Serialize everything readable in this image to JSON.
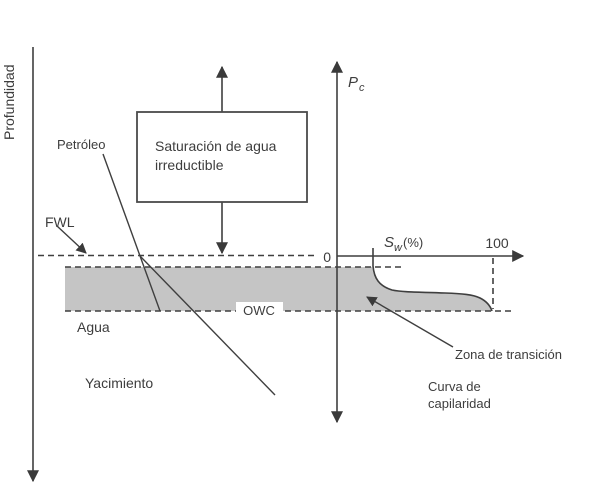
{
  "diagram": {
    "description": "Capillary pressure vs water saturation schematic with depth axis, FWL and OWC",
    "axes": {
      "depth_label": "Profundidad",
      "pc_label": "P",
      "pc_subscript": "c",
      "sw_label": "S",
      "sw_subscript": "w",
      "sw_unit": "(%)",
      "origin_label": "0",
      "sw_max_label": "100"
    },
    "labels": {
      "fwl": "FWL",
      "petroleo": "Petróleo",
      "agua": "Agua",
      "yacimiento": "Yacimiento",
      "owc": "OWC",
      "zona_transicion": "Zona de transición",
      "curva_capilaridad_line1": "Curva de",
      "curva_capilaridad_line2": "capilaridad",
      "box_line1": "Saturación de agua",
      "box_line2": "irreductible"
    },
    "colors": {
      "line": "#3f3f3f",
      "text": "#3d3d3d",
      "transition_band_fill": "#c5c5c5",
      "background": "#ffffff"
    }
  }
}
